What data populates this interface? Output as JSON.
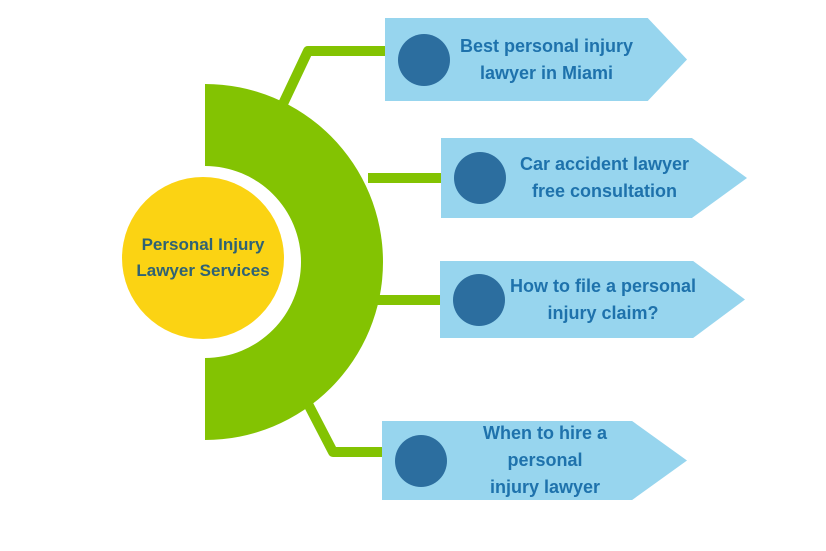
{
  "diagram": {
    "type": "radial-topic-infographic",
    "center": {
      "label": "Personal Injury\nLawyer Services"
    },
    "items": [
      {
        "label": "Best personal injury\nlawyer in Miami"
      },
      {
        "label": "Car accident lawyer\nfree consultation"
      },
      {
        "label": "How to file a personal\ninjury claim?"
      },
      {
        "label": "When to hire a personal\ninjury lawyer"
      }
    ],
    "colors": {
      "green": "#83C302",
      "yellow": "#FBD313",
      "banner_bg": "#97D5EE",
      "bullet_circle": "#2C6E9F",
      "banner_text": "#1E72AC",
      "center_text": "#2F6274",
      "background": "#FFFFFF"
    }
  }
}
